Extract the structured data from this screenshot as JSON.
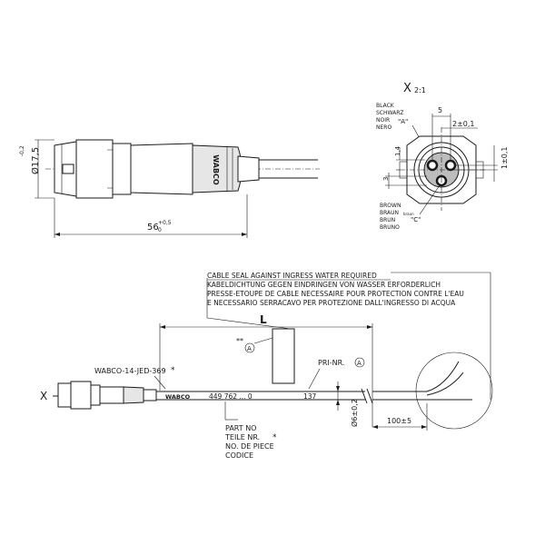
{
  "top_connector": {
    "brand": "WABCO",
    "dia_label": "Ø17,5",
    "dia_tol": "-0,2",
    "length_label": "56",
    "length_tol_up": "+0,5",
    "length_tol_low": "0"
  },
  "detail_x": {
    "title": "X",
    "scale": "2:1",
    "color_a": [
      "BLACK",
      "SCHWARZ",
      "NOIR",
      "NERO"
    ],
    "pin_a": "\"A\"",
    "color_c": [
      "BROWN",
      "BRAUN",
      "BRUN",
      "BRUNO"
    ],
    "color_c_small": "braun",
    "pin_c": "\"C\"",
    "dim_5": "5",
    "dim_2": "2±0,1",
    "dim_14": "1,4",
    "dim_3": "3",
    "dim_1": "1±0,1"
  },
  "cable_seal_note": [
    "CABLE SEAL AGAINST INGRESS WATER REQUIRED",
    "KABELDICHTUNG GEGEN EINDRINGEN VON WASSER ERFORDERLICH",
    "PRESSE-ETOUPE DE CABLE NECESSAIRE POUR PROTECTION CONTRE L'EAU",
    "E NECESSARIO SERRACAVO PER PROTEZIONE DALL'INGRESSO DI ACQUA"
  ],
  "bottom_assembly": {
    "L": "L",
    "double_star": "**",
    "circle_a": "A",
    "wabco_code": "WABCO-14-JED-369",
    "star": "*",
    "pri_nr": "PRI-NR.",
    "x_arrow": "X",
    "cable_brand": "WABCO",
    "part_number": "449 762 ... 0",
    "cable_code": "137",
    "dia_label": "Ø6±0,2",
    "dim_100": "100±5",
    "part_no_lines": [
      "PART NO",
      "TEILE NR.",
      "NO. DE PIECE",
      "CODICE"
    ]
  }
}
